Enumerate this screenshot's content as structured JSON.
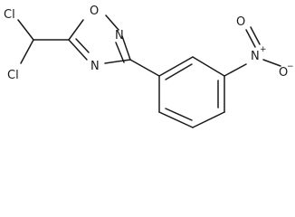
{
  "molecule": {
    "atoms": {
      "cl_upper": "Cl",
      "cl_lower": "Cl",
      "ring_oxygen": "O",
      "ring_n2": "N",
      "ring_n4": "N",
      "nitro_n": "N",
      "nitro_n_charge": "+",
      "nitro_o_top": "O",
      "nitro_o_right": "O",
      "nitro_o_right_charge": "−"
    }
  }
}
